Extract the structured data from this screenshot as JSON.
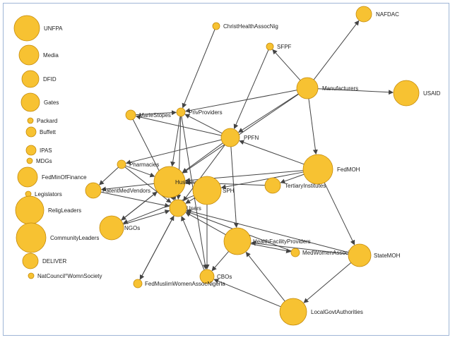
{
  "colors": {
    "node_fill": "#f7c232",
    "node_stroke": "#c48a0a",
    "edge": "#444444",
    "frame": "#9fb6d6"
  },
  "nodes": [
    {
      "id": "UNFPA",
      "label": "UNFPA"
    },
    {
      "id": "Media",
      "label": "Media"
    },
    {
      "id": "DFID",
      "label": "DFID"
    },
    {
      "id": "Gates",
      "label": "Gates"
    },
    {
      "id": "Packard",
      "label": "Packard"
    },
    {
      "id": "Buffett",
      "label": "Buffett"
    },
    {
      "id": "IPAS",
      "label": "IPAS"
    },
    {
      "id": "MDGs",
      "label": "MDGs"
    },
    {
      "id": "FedMinOfFinance",
      "label": "FedMinOfFinance"
    },
    {
      "id": "Legislators",
      "label": "Legislators"
    },
    {
      "id": "ReligLeaders",
      "label": "ReligLeaders"
    },
    {
      "id": "CommunityLeaders",
      "label": "CommunityLeaders"
    },
    {
      "id": "DELIVER",
      "label": "DELIVER"
    },
    {
      "id": "NatCouncilWomnSociety",
      "label": "NatCouncil°WomnSociety"
    },
    {
      "id": "ChristHealthAssocNig",
      "label": "ChristHealthAssocNig"
    },
    {
      "id": "NAFDAC",
      "label": "NAFDAC"
    },
    {
      "id": "SFPF",
      "label": "SFPF"
    },
    {
      "id": "Manufacturers",
      "label": "Manufacturers"
    },
    {
      "id": "USAID",
      "label": "USAID"
    },
    {
      "id": "MarieStopes",
      "label": "MarieStopes"
    },
    {
      "id": "PrivProviders",
      "label": "PrivProviders"
    },
    {
      "id": "PPFN",
      "label": "PPFN"
    },
    {
      "id": "FedMOH",
      "label": "FedMOH"
    },
    {
      "id": "Pharmacies",
      "label": "Pharmacies"
    },
    {
      "id": "Husbands",
      "label": "Husbands"
    },
    {
      "id": "SPH",
      "label": "SPH"
    },
    {
      "id": "TertiaryInstitutes",
      "label": "TertiaryInstitutes"
    },
    {
      "id": "PatentMedVendors",
      "label": "PatentMedVendors"
    },
    {
      "id": "Users",
      "label": "Users"
    },
    {
      "id": "NGOs",
      "label": "NGOs"
    },
    {
      "id": "HealthFacilityProviders",
      "label": "HealthFacilityProviders"
    },
    {
      "id": "MedWomenAssocNigeria",
      "label": "MedWomenAssocNigeria"
    },
    {
      "id": "StateMOH",
      "label": "StateMOH"
    },
    {
      "id": "CBOs",
      "label": "CBOs"
    },
    {
      "id": "FedMuslimWomenAssocNigeria",
      "label": "FedMuslimWomenAssocNigeria"
    },
    {
      "id": "LocalGovtAuthorities",
      "label": "LocalGovtAuthorities"
    }
  ],
  "edges": [
    [
      "ChristHealthAssocNig",
      "PrivProviders"
    ],
    [
      "Manufacturers",
      "NAFDAC"
    ],
    [
      "Manufacturers",
      "SFPF"
    ],
    [
      "Manufacturers",
      "USAID"
    ],
    [
      "Manufacturers",
      "PrivProviders"
    ],
    [
      "Manufacturers",
      "FedMOH"
    ],
    [
      "Manufacturers",
      "Husbands"
    ],
    [
      "Manufacturers",
      "PPFN"
    ],
    [
      "SFPF",
      "PPFN"
    ],
    [
      "PPFN",
      "MarieStopes"
    ],
    [
      "PPFN",
      "Pharmacies"
    ],
    [
      "PPFN",
      "Users"
    ],
    [
      "PPFN",
      "Husbands"
    ],
    [
      "PPFN",
      "PrivProviders"
    ],
    [
      "PPFN",
      "HealthFacilityProviders"
    ],
    [
      "FedMOH",
      "PPFN"
    ],
    [
      "FedMOH",
      "Husbands"
    ],
    [
      "FedMOH",
      "SPH"
    ],
    [
      "FedMOH",
      "StateMOH"
    ],
    [
      "FedMOH",
      "TertiaryInstitutes"
    ],
    [
      "MarieStopes",
      "Users"
    ],
    [
      "MarieStopes",
      "PrivProviders"
    ],
    [
      "PrivProviders",
      "Users"
    ],
    [
      "PrivProviders",
      "Husbands"
    ],
    [
      "PrivProviders",
      "CBOs"
    ],
    [
      "Pharmacies",
      "Users"
    ],
    [
      "Pharmacies",
      "PatentMedVendors"
    ],
    [
      "Pharmacies",
      "Husbands"
    ],
    [
      "Husbands",
      "Users"
    ],
    [
      "Husbands",
      "PatentMedVendors"
    ],
    [
      "Husbands",
      "NGOs"
    ],
    [
      "SPH",
      "Users"
    ],
    [
      "SPH",
      "CBOs"
    ],
    [
      "SPH",
      "NGOs"
    ],
    [
      "TertiaryInstitutes",
      "Husbands"
    ],
    [
      "PatentMedVendors",
      "Users"
    ],
    [
      "NGOs",
      "Users"
    ],
    [
      "NGOs",
      "Husbands"
    ],
    [
      "HealthFacilityProviders",
      "Users"
    ],
    [
      "HealthFacilityProviders",
      "MedWomenAssocNigeria"
    ],
    [
      "HealthFacilityProviders",
      "CBOs"
    ],
    [
      "StateMOH",
      "HealthFacilityProviders"
    ],
    [
      "StateMOH",
      "Users"
    ],
    [
      "StateMOH",
      "LocalGovtAuthorities"
    ],
    [
      "LocalGovtAuthorities",
      "HealthFacilityProviders"
    ],
    [
      "LocalGovtAuthorities",
      "CBOs"
    ],
    [
      "CBOs",
      "Users"
    ],
    [
      "FedMuslimWomenAssocNigeria",
      "Users"
    ],
    [
      "Users",
      "FedMuslimWomenAssocNigeria"
    ],
    [
      "MedWomenAssocNigeria",
      "Users"
    ]
  ]
}
